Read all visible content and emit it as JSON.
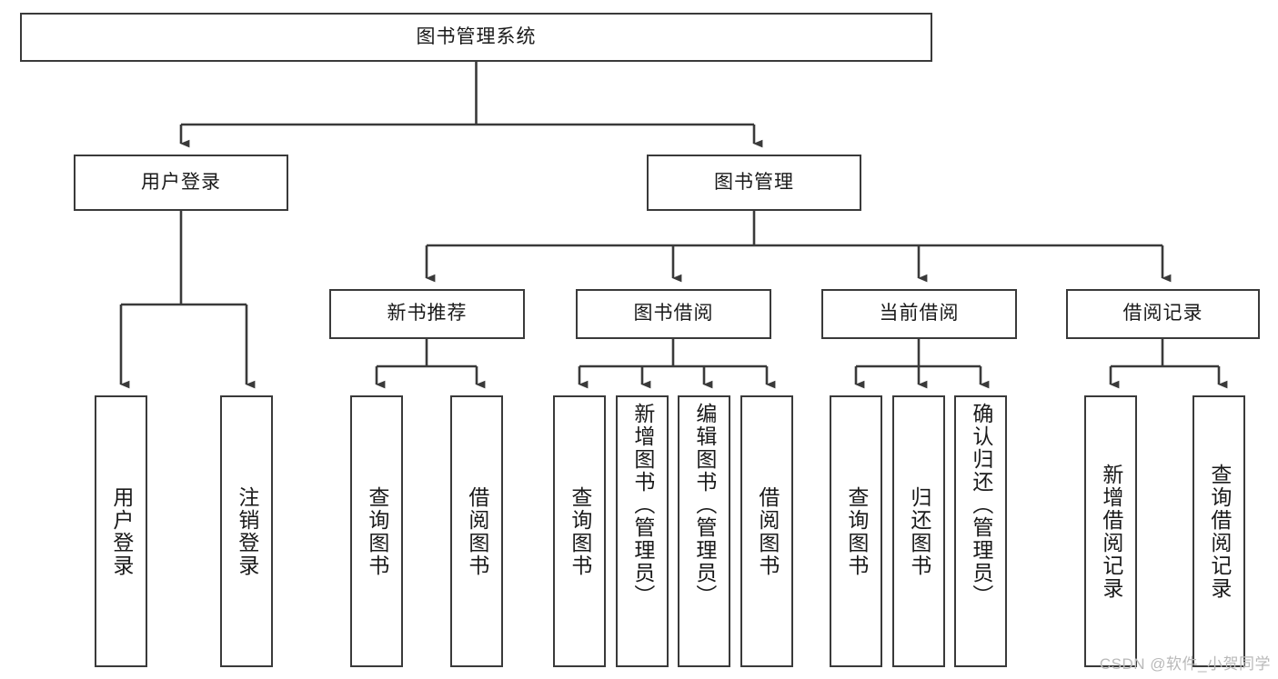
{
  "diagram": {
    "type": "tree",
    "title": "图书管理系统",
    "orientation": "top-down",
    "levels": 4,
    "colors": {
      "stroke": "#3a3a3a",
      "fill": "#ffffff",
      "text": "#1a1a1a",
      "watermark": "#b9b9b9"
    }
  },
  "root": {
    "label": "图书管理系统"
  },
  "level2": [
    {
      "label": "用户登录"
    },
    {
      "label": "图书管理"
    }
  ],
  "level3": [
    {
      "label": "新书推荐"
    },
    {
      "label": "图书借阅"
    },
    {
      "label": "当前借阅"
    },
    {
      "label": "借阅记录"
    }
  ],
  "leaves": {
    "user_login": [
      {
        "label": "用户登录"
      },
      {
        "label": "注销登录"
      }
    ],
    "new_book": [
      {
        "label": "查询图书"
      },
      {
        "label": "借阅图书"
      }
    ],
    "book_borrow": [
      {
        "label": "查询图书"
      },
      {
        "label": "新增图书（管理员）"
      },
      {
        "label": "编辑图书（管理员）"
      },
      {
        "label": "借阅图书"
      }
    ],
    "current_borrow": [
      {
        "label": "查询图书"
      },
      {
        "label": "归还图书"
      },
      {
        "label": "确认归还（管理员）"
      }
    ],
    "borrow_record": [
      {
        "label": "新增借阅记录"
      },
      {
        "label": "查询借阅记录"
      }
    ]
  },
  "watermark": {
    "text": "CSDN @软件_小贺同学"
  }
}
